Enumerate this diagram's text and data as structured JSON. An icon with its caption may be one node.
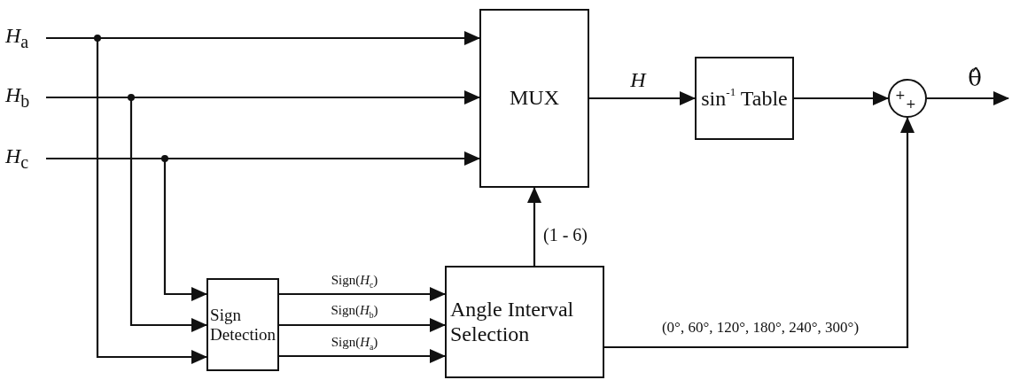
{
  "diagram": {
    "nodes": [
      {
        "text": [
          "*H*$_{a}$"
        ]
      },
      {
        "text": [
          "*H*$_{b}$"
        ]
      },
      {
        "text": [
          "*H*$_{c}$"
        ]
      },
      {
        "text": [
          "MUX"
        ]
      },
      {
        "text": [
          "sin$^{-1}$ Table"
        ]
      },
      {
        "text": [
          "+",
          "+"
        ]
      },
      {
        "text": [
          "Sign Detection"
        ]
      },
      {
        "text": [
          "Angle Interval Selection"
        ]
      }
    ],
    "edges": [
      {
        "from": 0,
        "to": 3,
        "arrow": "to"
      },
      {
        "from": 1,
        "to": 3,
        "arrow": "to"
      },
      {
        "from": 2,
        "to": 3,
        "arrow": "to"
      },
      {
        "from": 0,
        "to": 6,
        "arrow": "to"
      },
      {
        "from": 1,
        "to": 6,
        "arrow": "to"
      },
      {
        "from": 2,
        "to": 6,
        "arrow": "to"
      },
      {
        "from": 6,
        "to": 7,
        "arrow": "to",
        "label": "Sign(*H*$_{c}$)"
      },
      {
        "from": 6,
        "to": 7,
        "arrow": "to",
        "label": "Sign(*H*$_{b}$)"
      },
      {
        "from": 6,
        "to": 7,
        "arrow": "to",
        "label": "Sign(*H*$_{a}$)"
      },
      {
        "from": 7,
        "to": 3,
        "arrow": "to",
        "label": "(1 - 6)"
      },
      {
        "from": 3,
        "to": 4,
        "arrow": "to",
        "label": "*H*"
      },
      {
        "from": 4,
        "to": 5,
        "arrow": "to"
      },
      {
        "from": 7,
        "to": 5,
        "arrow": "to",
        "label": "(0°, 60°, 120°, 180°, 240°, 300°)"
      },
      {
        "from": 5,
        "to": null,
        "arrow": "to",
        "label": "θ̂"
      }
    ]
  }
}
